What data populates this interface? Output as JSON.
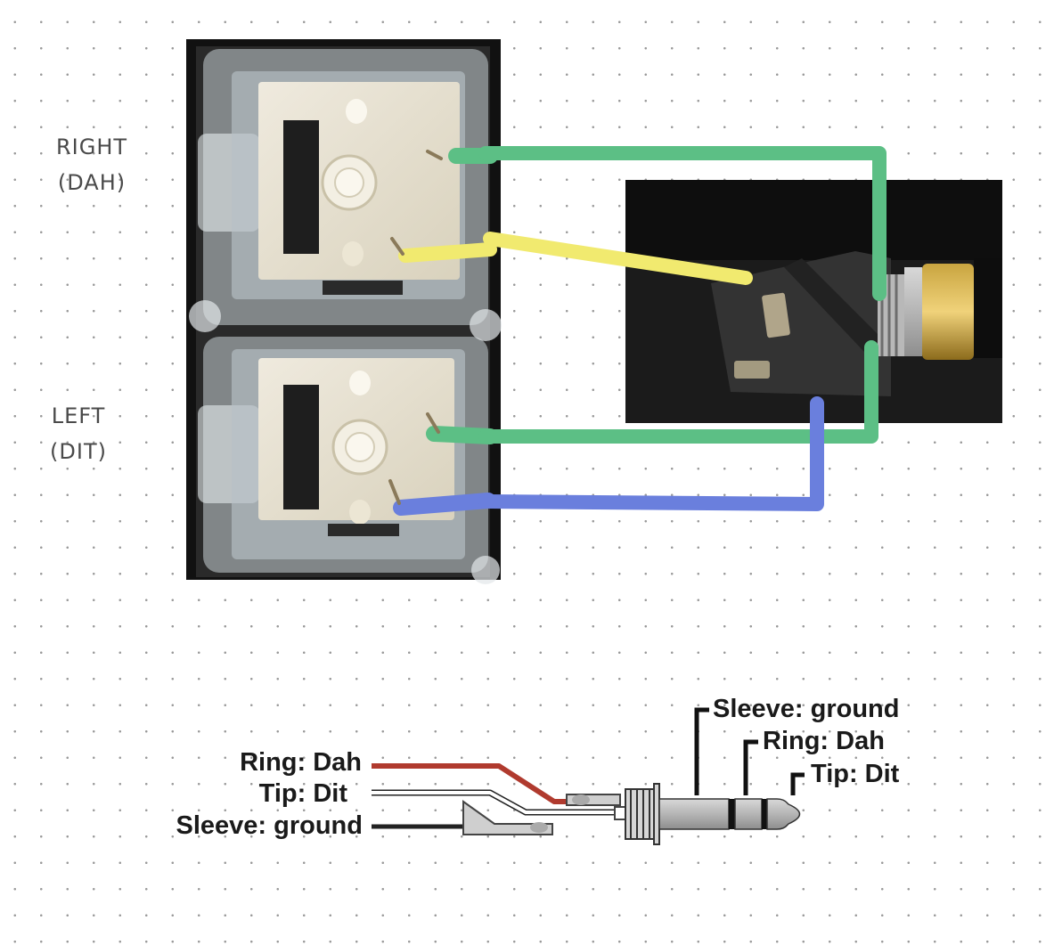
{
  "switches": {
    "right": {
      "line1": "RIGHT",
      "line2": "(DAH)"
    },
    "left": {
      "line1": "LEFT",
      "line2": "(DIT)"
    }
  },
  "wires": {
    "green": "#5cbf85",
    "yellow": "#f1ea6f",
    "blue": "#6a7fdd"
  },
  "jack_diagram": {
    "left_labels": {
      "ring": "Ring: Dah",
      "tip": "Tip: Dit",
      "sleeve": "Sleeve: ground"
    },
    "plug_labels": {
      "sleeve": "Sleeve: ground",
      "ring": "Ring: Dah",
      "tip": "Tip: Dit"
    },
    "wire_colors": {
      "ring": "#b03a2e",
      "tip": "#ffffff",
      "sleeve": "#222222"
    }
  }
}
